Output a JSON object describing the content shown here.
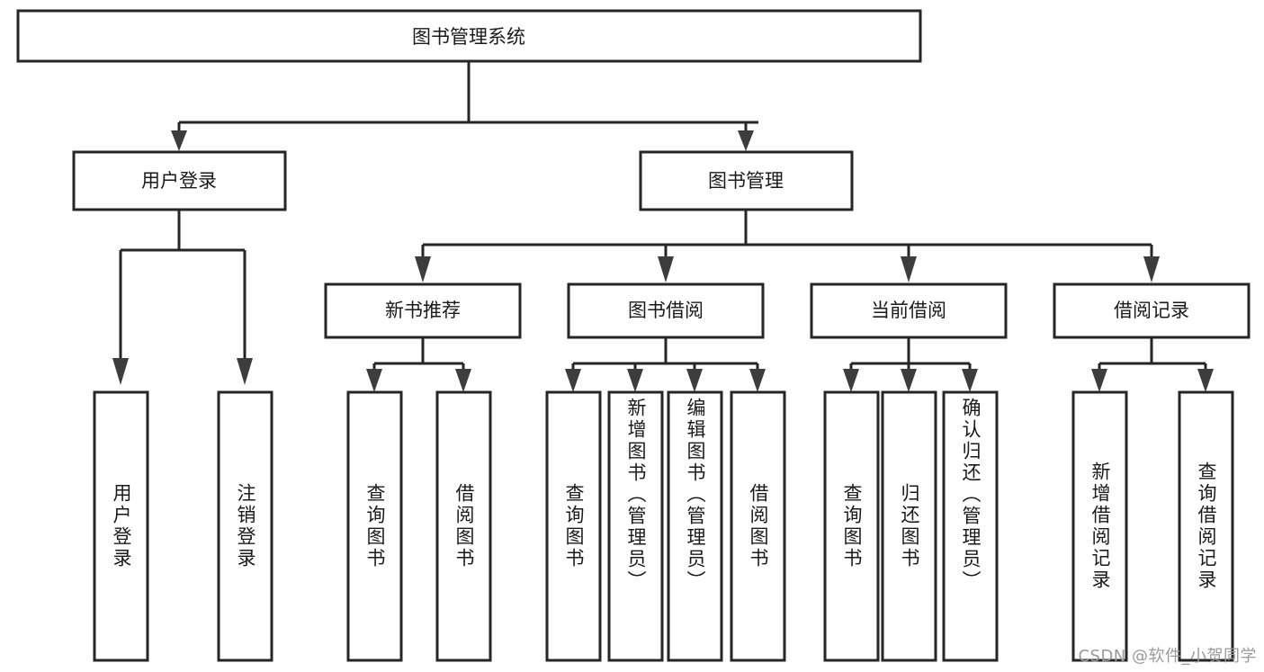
{
  "diagram": {
    "type": "tree",
    "title": "图书管理系统",
    "orientation": "top-down",
    "colors": {
      "box_stroke": "#262626",
      "box_fill": "#ffffff",
      "edge": "#262626",
      "text": "#1a1a1a",
      "watermark": "#9a9a9a",
      "background": "#ffffff"
    },
    "root": {
      "id": "root",
      "label": "图书管理系统"
    },
    "level2": [
      {
        "id": "user-login",
        "label": "用户登录"
      },
      {
        "id": "book-manage",
        "label": "图书管理"
      }
    ],
    "level3": [
      {
        "id": "new-book-recommend",
        "label": "新书推荐",
        "parent": "book-manage"
      },
      {
        "id": "book-borrow",
        "label": "图书借阅",
        "parent": "book-manage"
      },
      {
        "id": "current-borrow",
        "label": "当前借阅",
        "parent": "book-manage"
      },
      {
        "id": "borrow-record",
        "label": "借阅记录",
        "parent": "book-manage"
      }
    ],
    "leaves": [
      {
        "id": "leaf-user-login",
        "label": "用户登录",
        "parent": "user-login"
      },
      {
        "id": "leaf-user-logout",
        "label": "注销登录",
        "parent": "user-login"
      },
      {
        "id": "leaf-query-book-1",
        "label": "查询图书",
        "parent": "new-book-recommend"
      },
      {
        "id": "leaf-borrow-book-1",
        "label": "借阅图书",
        "parent": "new-book-recommend"
      },
      {
        "id": "leaf-query-book-2",
        "label": "查询图书",
        "parent": "book-borrow"
      },
      {
        "id": "leaf-add-book",
        "label": "新增图书（管理员）",
        "parent": "book-borrow"
      },
      {
        "id": "leaf-edit-book",
        "label": "编辑图书（管理员）",
        "parent": "book-borrow"
      },
      {
        "id": "leaf-borrow-book-2",
        "label": "借阅图书",
        "parent": "book-borrow"
      },
      {
        "id": "leaf-query-book-3",
        "label": "查询图书",
        "parent": "current-borrow"
      },
      {
        "id": "leaf-return-book",
        "label": "归还图书",
        "parent": "current-borrow"
      },
      {
        "id": "leaf-confirm-return",
        "label": "确认归还（管理员）",
        "parent": "current-borrow"
      },
      {
        "id": "leaf-add-record",
        "label": "新增借阅记录",
        "parent": "borrow-record"
      },
      {
        "id": "leaf-query-record",
        "label": "查询借阅记录",
        "parent": "borrow-record"
      }
    ]
  },
  "watermark": {
    "text": "CSDN @软件_小贺同学"
  }
}
